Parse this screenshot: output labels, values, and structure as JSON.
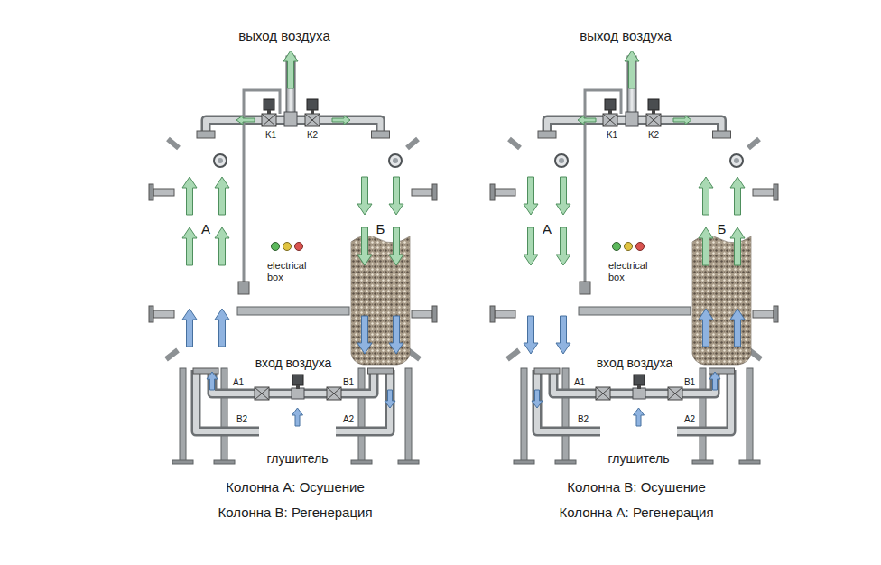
{
  "diagram": {
    "nodes": [
      {
        "text": [
          "А"
        ]
      },
      {
        "text": [
          "electrical box"
        ]
      },
      {
        "text": [
          "Б"
        ]
      },
      {
        "text": [
          "глушитель"
        ]
      },
      {
        "text": [
          "А"
        ]
      },
      {
        "text": [
          "electrical box"
        ]
      },
      {
        "text": [
          "Б"
        ]
      },
      {
        "text": [
          "глушитель"
        ]
      }
    ],
    "edges": [
      {
        "from": 0,
        "to": 2,
        "arrow": "none"
      },
      {
        "from": 0,
        "to": 2,
        "arrow": "none"
      },
      {
        "from": 0,
        "to": 3,
        "arrow": "none"
      },
      {
        "from": 2,
        "to": 3,
        "arrow": "none"
      },
      {
        "from": 4,
        "to": 6,
        "arrow": "none"
      },
      {
        "from": 4,
        "to": 6,
        "arrow": "none"
      },
      {
        "from": 4,
        "to": 7,
        "arrow": "none"
      },
      {
        "from": 6,
        "to": 7,
        "arrow": "none"
      }
    ],
    "labels": [
      "выход воздуха",
      "K1",
      "K2",
      "вход воздуха",
      "A1",
      "B1",
      "B2",
      "A2",
      "Колонна А: Осушение",
      "Колонна В: Регенерация",
      "выход воздуха",
      "K1",
      "K2",
      "вход воздуха",
      "A1",
      "B1",
      "B2",
      "A2",
      "Колонна В: Осушение",
      "Колонна А: Регенерация"
    ]
  }
}
